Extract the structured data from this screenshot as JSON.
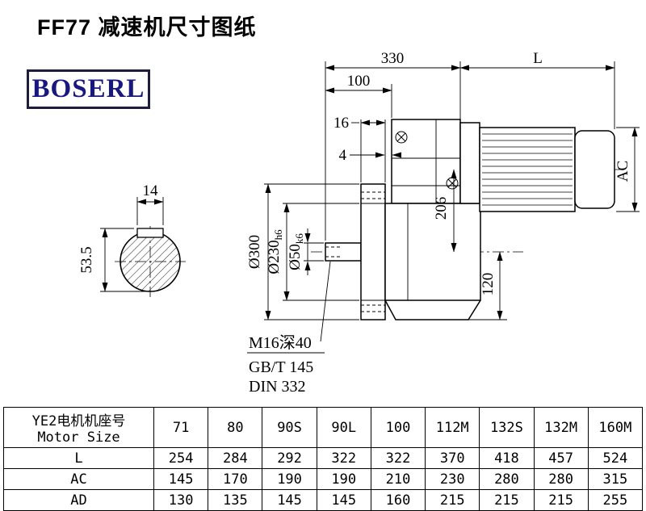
{
  "page": {
    "title": "FF77 减速机尺寸图纸",
    "brand": "BOSERL"
  },
  "drawing": {
    "dim_330": "330",
    "dim_L": "L",
    "dim_100": "100",
    "dim_16": "16",
    "dim_4": "4",
    "dim_AC": "AC",
    "dim_206": "206",
    "dim_120": "120",
    "dim_O300": "Ø300",
    "dim_O230": "Ø230",
    "dim_O230_tol": "h6",
    "dim_O50": "Ø50",
    "dim_O50_tol": "k6",
    "dim_14": "14",
    "dim_53_5": "53.5",
    "note_tap": "M16深40",
    "note_gbt": "GB/T 145",
    "note_din": "DIN 332"
  },
  "table": {
    "header_cn": "YE2电机机座号",
    "header_en": "Motor Size",
    "sizes": [
      "71",
      "80",
      "90S",
      "90L",
      "100",
      "112M",
      "132S",
      "132M",
      "160M"
    ],
    "rows": [
      {
        "label": "L",
        "values": [
          "254",
          "284",
          "292",
          "322",
          "322",
          "370",
          "418",
          "457",
          "524"
        ]
      },
      {
        "label": "AC",
        "values": [
          "145",
          "170",
          "190",
          "190",
          "210",
          "230",
          "280",
          "280",
          "315"
        ]
      },
      {
        "label": "AD",
        "values": [
          "130",
          "135",
          "145",
          "145",
          "160",
          "215",
          "215",
          "215",
          "255"
        ]
      }
    ]
  }
}
